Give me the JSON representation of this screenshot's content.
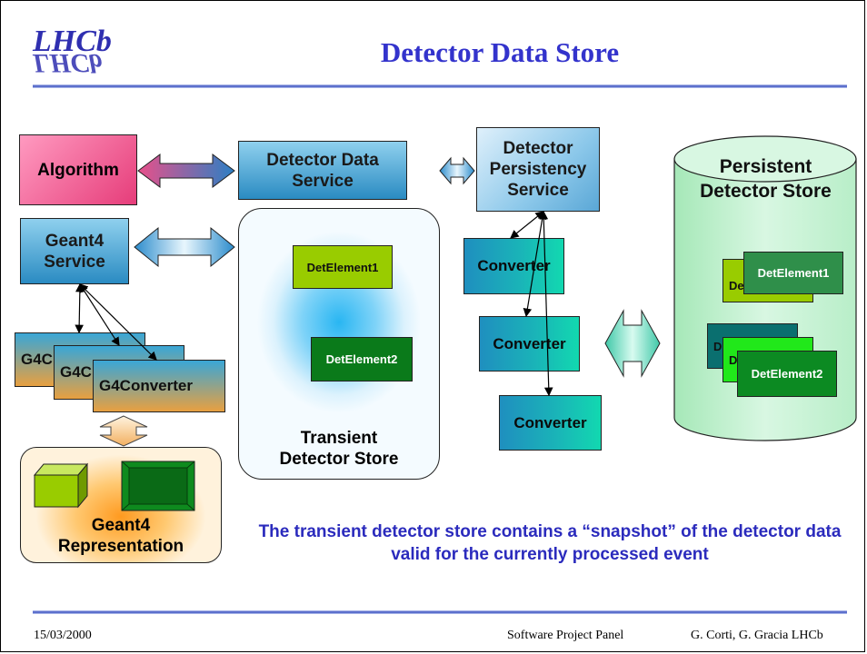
{
  "title": "Detector Data Store",
  "logo_text": "LHCb",
  "footer": {
    "date": "15/03/2000",
    "event": "Software Project Panel",
    "authors": "G. Corti, G. Gracia LHCb"
  },
  "boxes": {
    "algorithm": "Algorithm",
    "detector_data_service": "Detector Data Service",
    "detector_persistency_service": "Detector Persistency Service",
    "geant4_service": "Geant4 Service",
    "converter": "Converter",
    "g4converter": "G4Converter",
    "g4converter_partial": "G4C",
    "geant4_representation": "Geant4 Representation",
    "transient_store": "Transient Detector Store",
    "persistent_store": "Persistent Detector Store",
    "det_element_1": "DetElement1",
    "det_element_2": "DetElement2",
    "det_partial_de": "De",
    "det_partial_d": "D"
  },
  "note": "The transient detector store contains a “snapshot” of the detector data valid for the currently processed event",
  "colors": {
    "title": "#3333cc",
    "det_element_1": "#99cc00",
    "det_element_2": "#0a7a1a",
    "persistent_bg": "#c8f0d0",
    "rule": "#3a4fc0"
  }
}
